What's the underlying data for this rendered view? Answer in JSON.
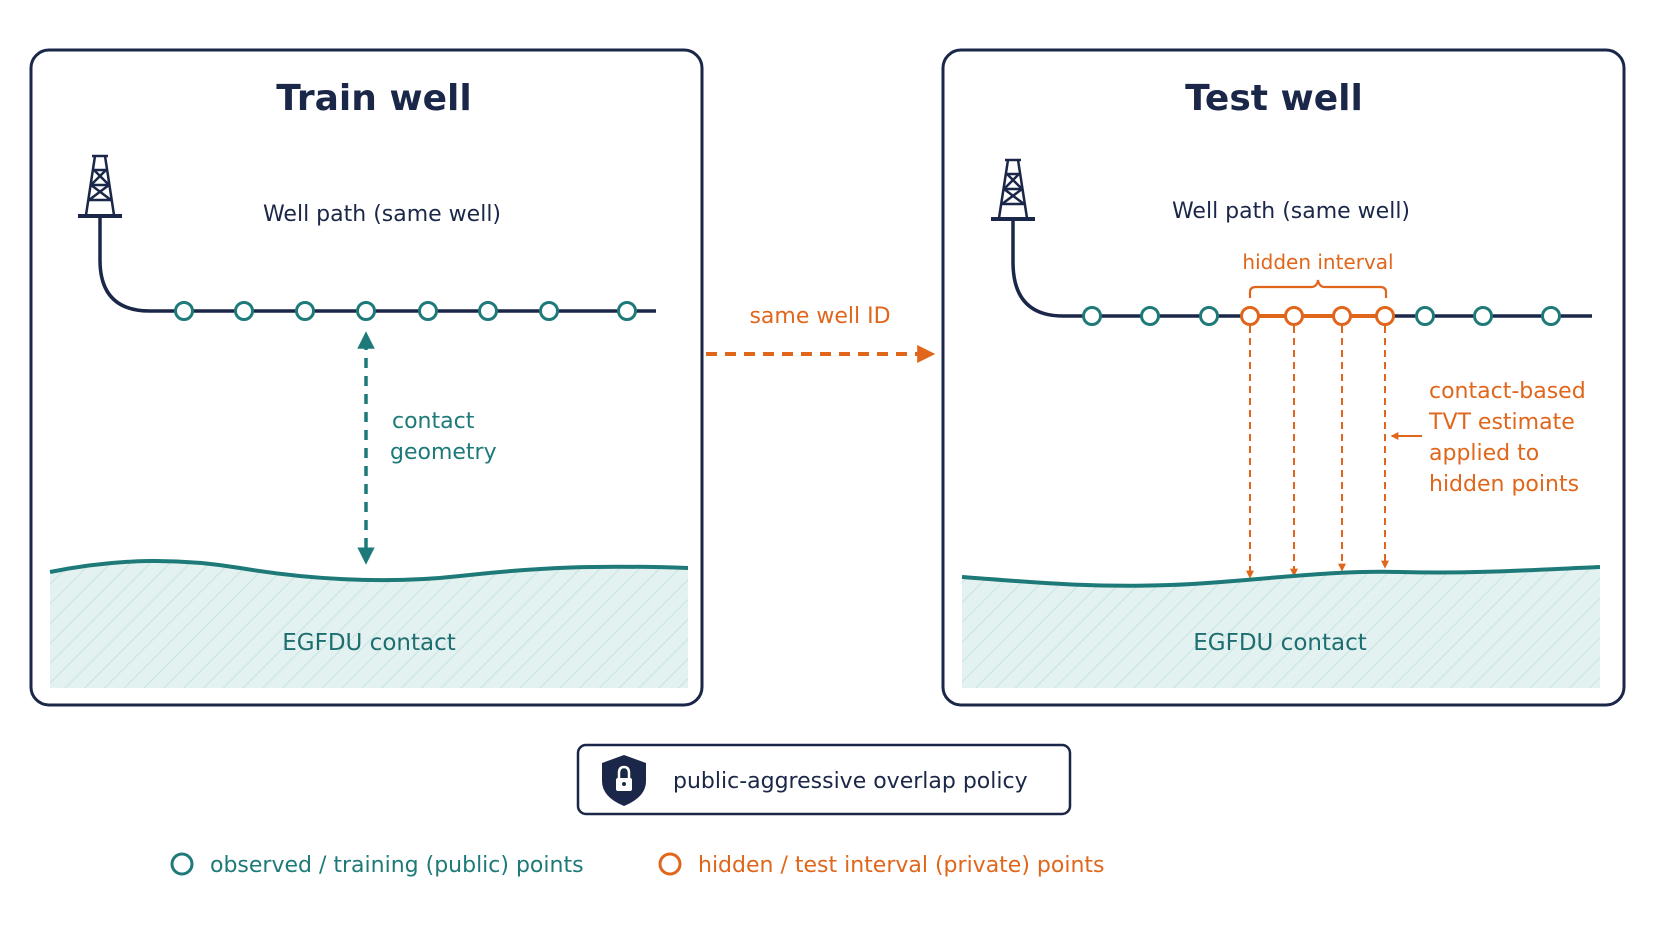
{
  "train_panel": {
    "title": "Train well",
    "well_path_label": "Well path (same well)",
    "contact_geometry_lines": [
      "contact",
      "geometry"
    ],
    "contact_label": "EGFDU contact",
    "observed_points": 8
  },
  "test_panel": {
    "title": "Test well",
    "well_path_label": "Well path (same well)",
    "hidden_interval_label": "hidden interval",
    "estimate_lines": [
      "contact-based",
      "TVT estimate",
      "applied to",
      "hidden points"
    ],
    "contact_label": "EGFDU contact",
    "observed_points_before": 3,
    "hidden_points": 4,
    "observed_points_after": 3
  },
  "connector": {
    "label": "same well ID"
  },
  "policy": {
    "label": "public-aggressive overlap policy",
    "icon": "shield-lock-icon"
  },
  "legend": {
    "observed": "observed / training (public) points",
    "hidden": "hidden / test interval (private) points"
  },
  "colors": {
    "navy": "#1b2748",
    "teal": "#1e7a78",
    "orange": "#e0661b",
    "contact_fill": "#e3f2f1"
  }
}
